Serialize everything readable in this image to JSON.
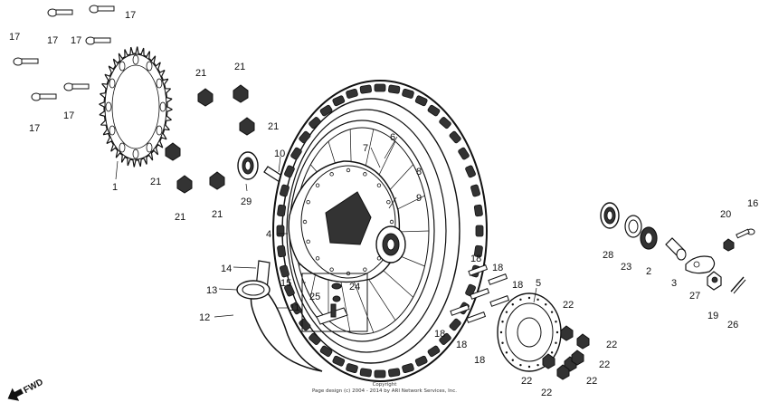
{
  "callouts": {
    "n1": "1",
    "n2": "2",
    "n3": "3",
    "n4": "4",
    "n5": "5",
    "n6": "6",
    "n7": "7",
    "n8": "8",
    "n9": "9",
    "n10": "10",
    "n11": "11",
    "n12": "12",
    "n13": "13",
    "n14": "14",
    "n15": "15",
    "n16": "16",
    "n17": "17",
    "n18": "18",
    "n19": "19",
    "n20": "20",
    "n21": "21",
    "n22": "22",
    "n23": "23",
    "n24": "24",
    "n25": "25",
    "n26": "26",
    "n27": "27",
    "n28": "28",
    "n29": "29"
  },
  "direction_label": "FWD",
  "copyright": {
    "line1": "Copyright",
    "line2": "Page design (c) 2004 - 2014 by ARI Network Services, Inc."
  },
  "colors": {
    "ink": "#111111",
    "paper": "#ffffff",
    "tread": "#333333"
  }
}
